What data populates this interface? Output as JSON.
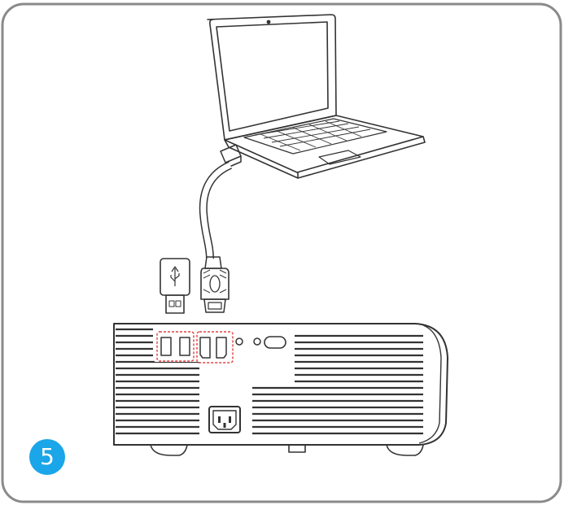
{
  "step": {
    "number": "5",
    "color": "#1aa6e8"
  },
  "palette": {
    "line": "#333333",
    "highlight": "#e04040",
    "frame": "#8a8a8a"
  },
  "icons": [
    "laptop-icon",
    "hdmi-cable-icon",
    "usb-drive-icon",
    "projector-icon",
    "power-socket-icon"
  ],
  "projector": {
    "ports": [
      "usb-port",
      "usb-port",
      "hdmi-port",
      "hdmi-port",
      "audio-jack",
      "av-jack",
      "ir-receiver"
    ]
  }
}
